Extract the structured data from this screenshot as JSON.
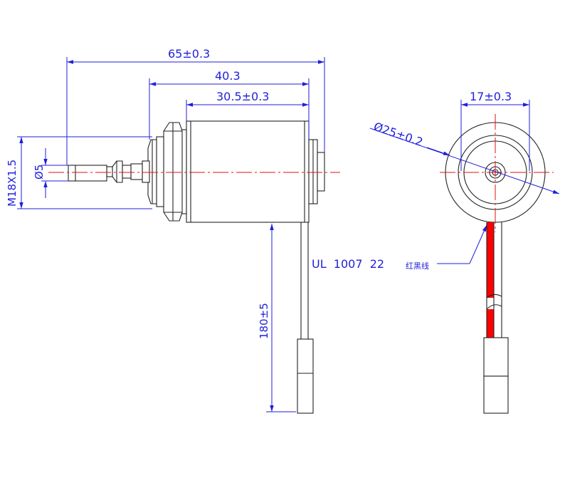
{
  "dimensions": {
    "overall_length": "65±0.3",
    "body_length_with_cap": "40.3",
    "body_length": "30.5±0.3",
    "thread": "M18X1.5",
    "shaft_diameter": "Ø5",
    "lead_length": "180±5",
    "outer_diameter": "Ø25±0.2",
    "mount_spacing": "17±0.3"
  },
  "cable_label": {
    "spec": "UL  1007  22",
    "color_note": "红黑线"
  },
  "colors": {
    "dimension": "#1f1fdc",
    "centerline": "#e01010",
    "outline": "#222222",
    "red_wire": "#ff0000"
  }
}
